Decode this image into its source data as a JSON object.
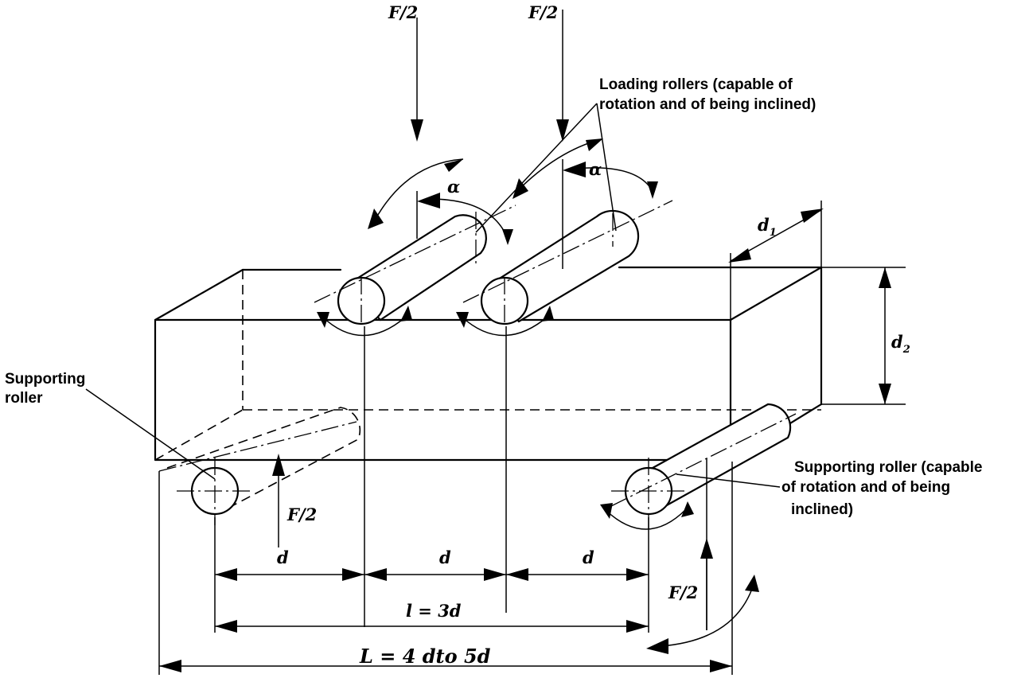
{
  "labels": {
    "force_top_1": "F/2",
    "force_top_2": "F/2",
    "force_bottom_left": "F/2",
    "force_bottom_right": "F/2",
    "alpha_1": "α",
    "alpha_2": "α",
    "loading_rollers_line1": "Loading rollers (capable of",
    "loading_rollers_line2": "rotation and of being inclined)",
    "supporting_left_line1": "Supporting",
    "supporting_left_line2": "roller",
    "supporting_right_line1": "Supporting roller (capable",
    "supporting_right_line2": "of rotation and of being",
    "supporting_right_line3": "inclined)",
    "d1_base": "d",
    "d1_sub": "1",
    "d2_base": "d",
    "d2_sub": "2",
    "span_d_1": "d",
    "span_d_2": "d",
    "span_d_3": "d",
    "span_l": "l = 3d",
    "span_L": "L = 4 dto 5d"
  }
}
